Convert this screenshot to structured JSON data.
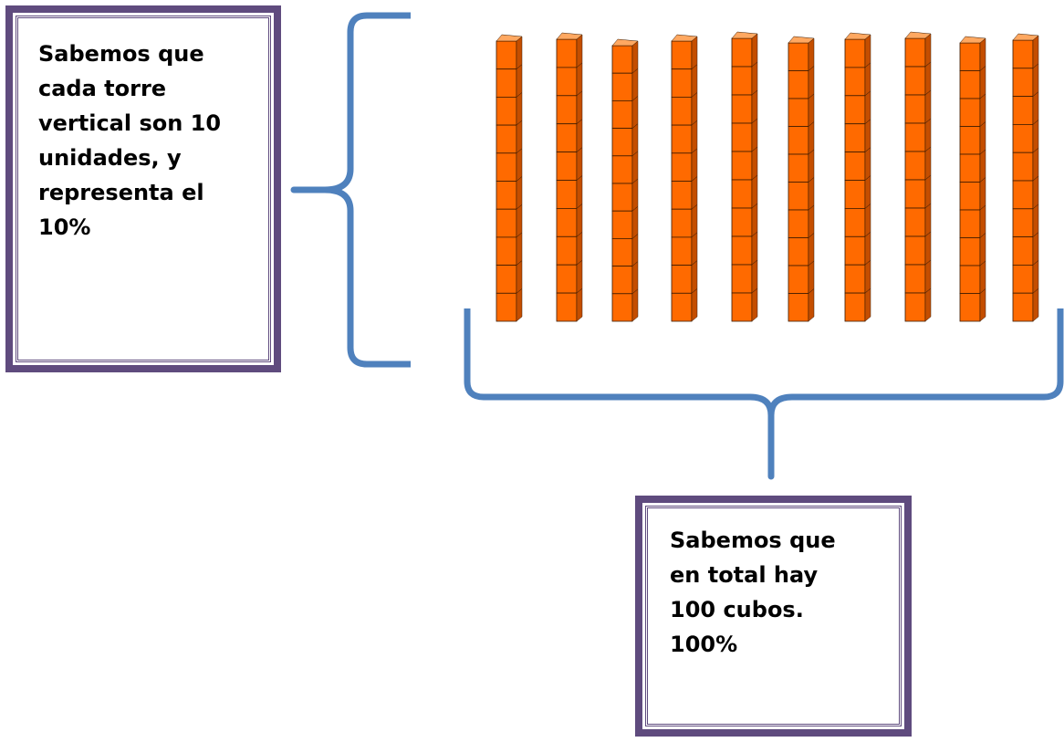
{
  "left_note": {
    "text": "Sabemos que\ncada torre\nvertical son 10\nunidades, y\nrepresenta el\n10%"
  },
  "bottom_note": {
    "text": "Sabemos que\nen total hay\n100 cubos.\n100%"
  },
  "towers": {
    "count": 10,
    "cubes_per_tower": 10
  },
  "colors": {
    "cube_front": "#ff6a00",
    "cube_side": "#c44e00",
    "cube_top": "#ffa861",
    "cube_line": "#3a1a00",
    "brace": "#4f81bd",
    "box_border": "#5f4b7e"
  }
}
